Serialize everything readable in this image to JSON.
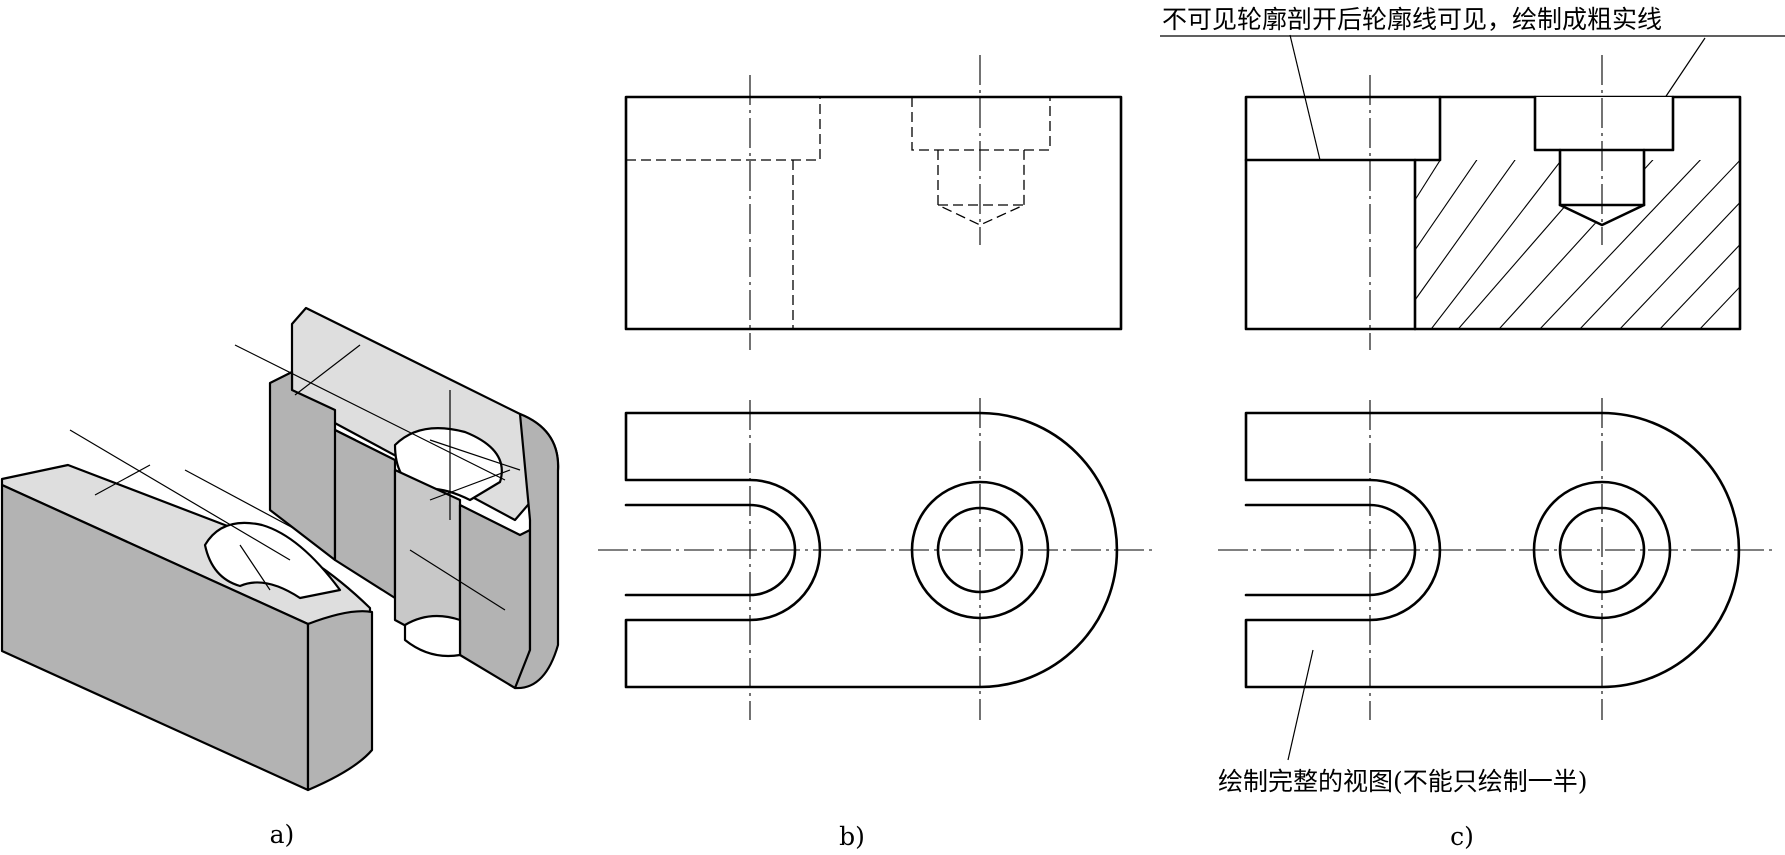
{
  "annotations": {
    "section_note": "不可见轮廓剖开后轮廓线可见，绘制成粗实线",
    "view_note": "绘制完整的视图(不能只绘制一半)"
  },
  "captions": {
    "a": "a)",
    "b": "b)",
    "c": "c)"
  }
}
